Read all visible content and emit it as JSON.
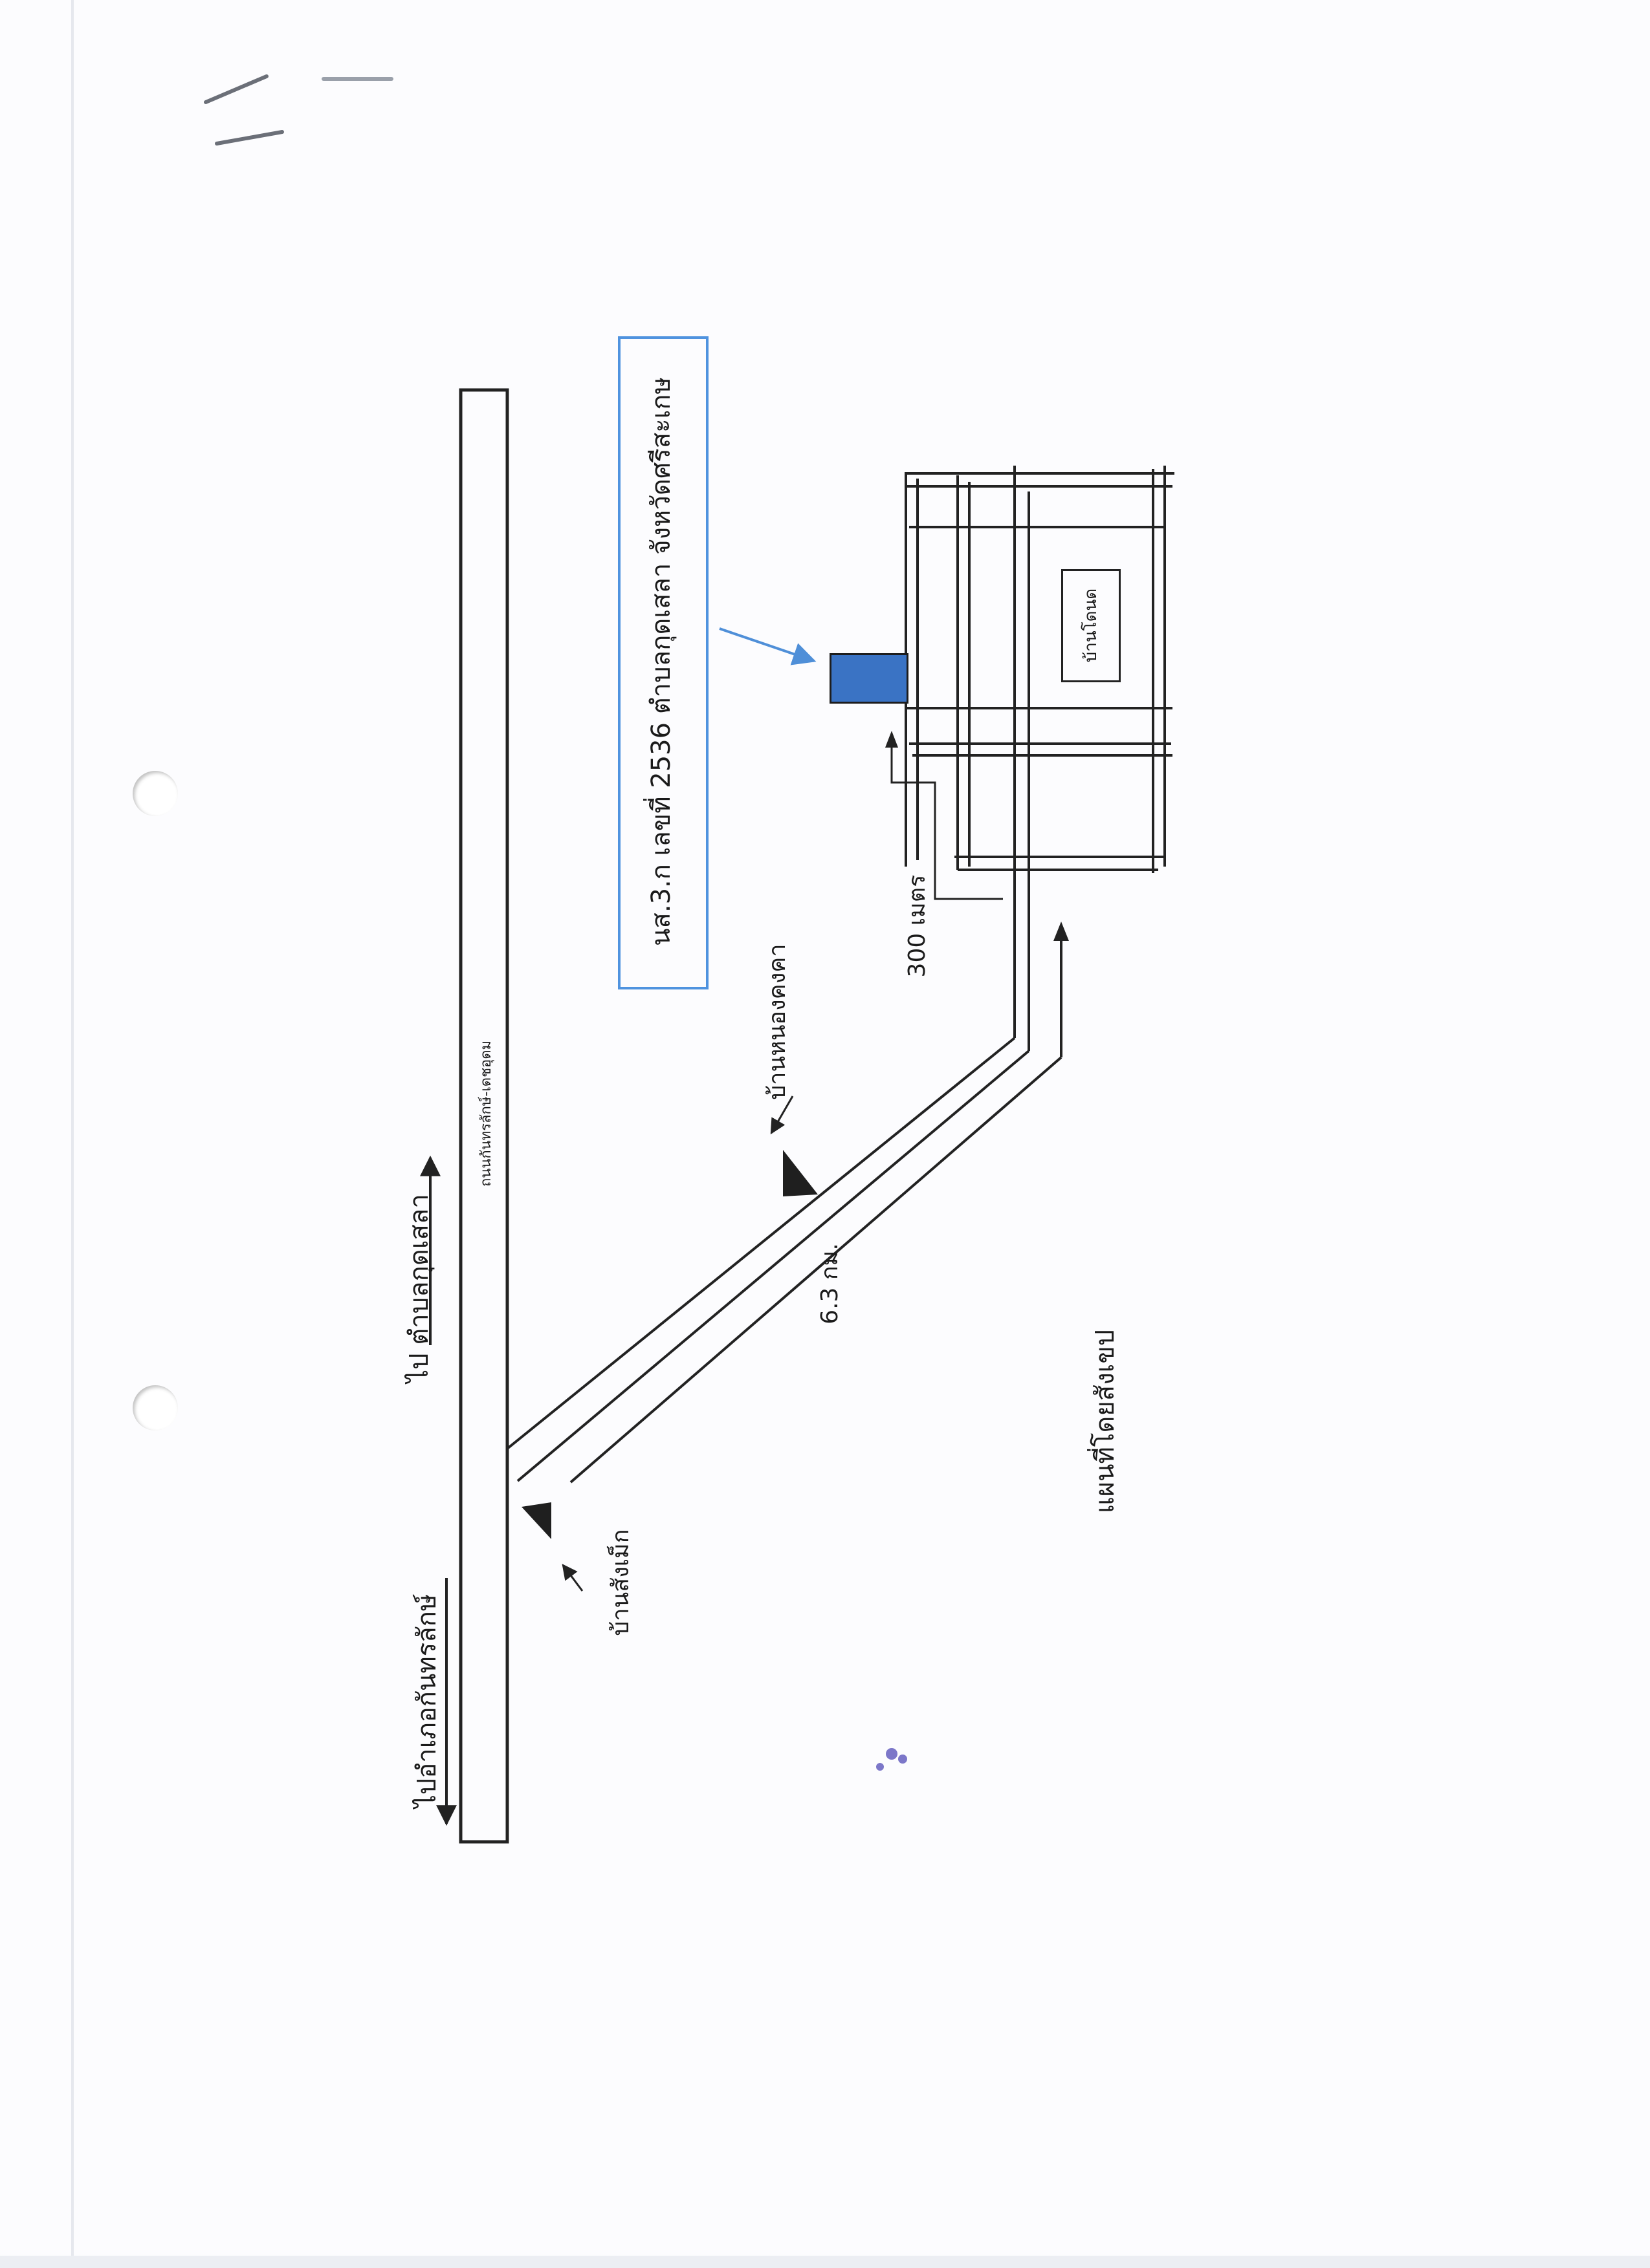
{
  "map": {
    "title_box_text": "นส.3.ก เลขที่ 2536 ตำบลกุดเสลา จังหวัดศรีสะเกษ",
    "main_road_label": "ถนนกันทรลักษ์-เดชอุดม",
    "direction_up_label": "ไป ตำบลกุดเสลา",
    "direction_down_label": "ไปอำเภอกันทรลักษ์",
    "village_1_label": "บ้านสังเม็ก",
    "village_2_label": "บ้านหนองคงคา",
    "house_label": "บ้านโดนด",
    "distance_km_label": "6.3 กม.",
    "distance_m_label": "300 เมตร",
    "map_caption": "แผนที่โดยสังเขป",
    "plot_color": "#3a73c4",
    "box_border_color": "#4f93df",
    "arrow_color": "#4f8fd8",
    "village_marker": "triangle-marker-icon"
  }
}
